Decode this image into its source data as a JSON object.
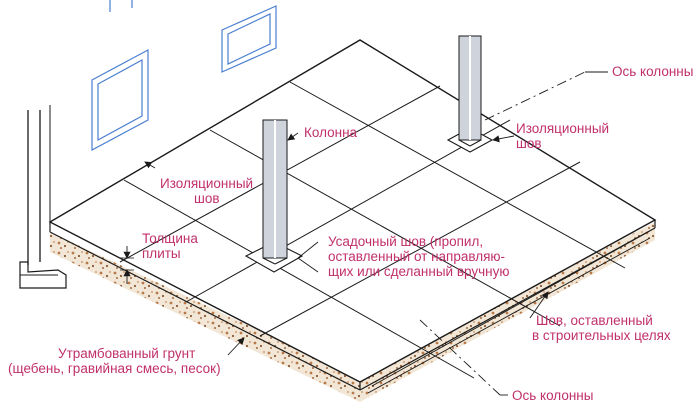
{
  "colors": {
    "label": "#c0306a",
    "outline": "#1a1a1a",
    "window": "#4a7fd0",
    "column_fill": "#cfd4dc",
    "gravel": "#c98a5a",
    "soil": "#efe3cf"
  },
  "labels": {
    "column_axis_top": "Ось колонны",
    "isolation_joint_right": [
      "Изоляционный",
      "шов"
    ],
    "column": "Колонна",
    "isolation_joint_left": [
      "Изоляционный",
      "шов"
    ],
    "slab_thickness": [
      "Толщина",
      "плиты"
    ],
    "contraction_joint": [
      "Усадочный шов (пропил,",
      "оставленный от направляю-",
      "щих или сделанный вручную"
    ],
    "construction_joint": [
      "Шов, оставленный",
      "в строительных целях"
    ],
    "compacted_soil": [
      "Утрамбованный грунт",
      "(щебень, гравийная смесь, песок)"
    ],
    "column_axis_bottom": "Ось колонны"
  }
}
